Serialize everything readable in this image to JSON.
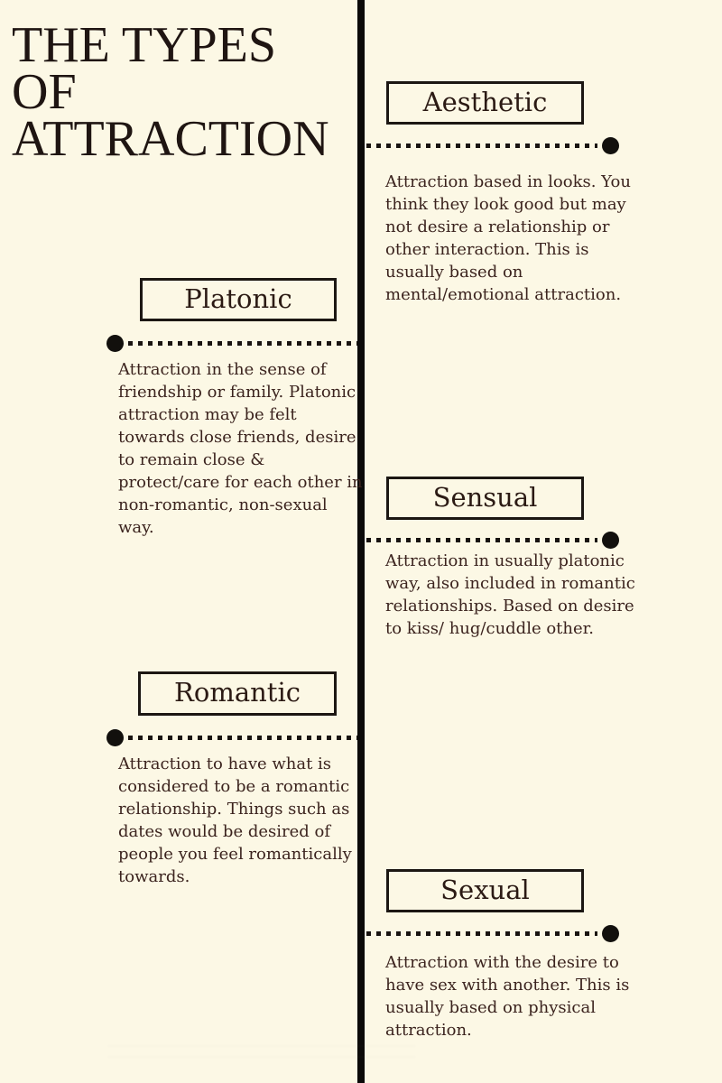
{
  "poster": {
    "title": "THE TYPES\nOF\nATTRACTION"
  },
  "sections": [
    {
      "label": "Aesthetic",
      "column": "right",
      "description": "Attraction based in looks. You\nthink they look good but may\nnot desire a relationship or\nother interaction. This is\nusually based on\nmental/emotional attraction."
    },
    {
      "label": "Platonic",
      "column": "left",
      "description": "Attraction in the sense of\nfriendship or family. Platonic\nattraction may be felt\ntowards close friends, desire\nto remain close &\nprotect/care for each other in\nnon-romantic, non-sexual\nway."
    },
    {
      "label": "Sensual",
      "column": "right",
      "description": "Attraction in usually platonic\nway, also included in romantic\nrelationships. Based on desire\nto kiss/ hug/cuddle other."
    },
    {
      "label": "Romantic",
      "column": "left",
      "description": "Attraction to have what is\nconsidered to be a romantic\nrelationship. Things such as\ndates would be desired of\npeople you feel romantically\ntowards."
    },
    {
      "label": "Sexual",
      "column": "right",
      "description": "Attraction with the desire to\nhave sex with another. This is\nusually based on physical\nattraction."
    }
  ],
  "colors": {
    "background": "#FCF8E5",
    "title_ink": "#1F1512",
    "body_text": "#3B231E",
    "box_border": "#1C1713",
    "divider": "#0B0A09",
    "dots": "#191411"
  }
}
